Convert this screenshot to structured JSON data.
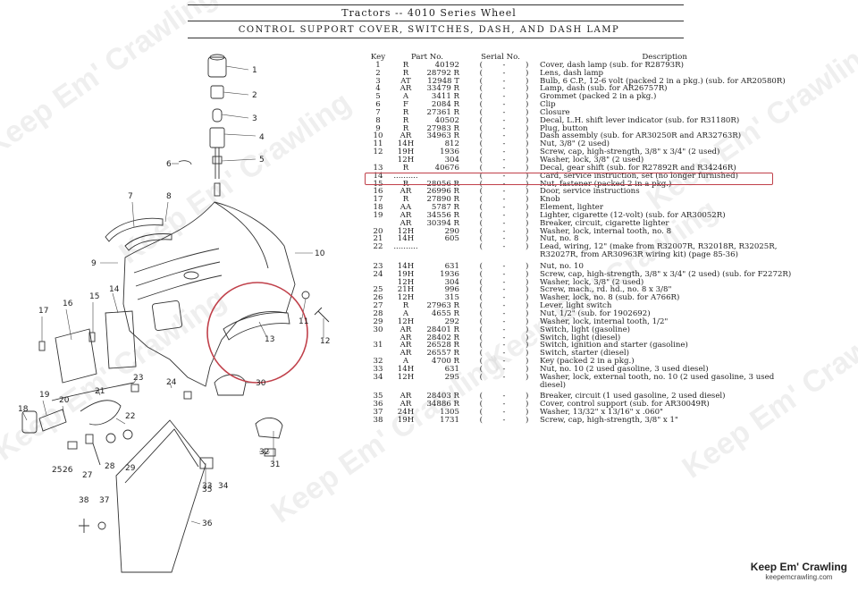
{
  "header": {
    "title": "Tractors -- 4010 Series Wheel",
    "subtitle": "CONTROL SUPPORT COVER, SWITCHES, DASH, AND DASH LAMP"
  },
  "table": {
    "columns": [
      "Key",
      "Part No.",
      "Serial No.",
      "Description"
    ],
    "rows": [
      {
        "key": "1",
        "prefix": "R",
        "num": "40192",
        "lp": "(",
        "ser": "-",
        "rp": ")",
        "desc": "Cover, dash lamp (sub. for R28793R)"
      },
      {
        "key": "2",
        "prefix": "R",
        "num": "28792 R",
        "lp": "(",
        "ser": "-",
        "rp": ")",
        "desc": "Lens, dash lamp"
      },
      {
        "key": "3",
        "prefix": "AT",
        "num": "12948 T",
        "lp": "(",
        "ser": "-",
        "rp": ")",
        "desc": "Bulb, 6 C.P., 12-6 volt (packed 2 in a pkg.) (sub. for AR20580R)"
      },
      {
        "key": "4",
        "prefix": "AR",
        "num": "33479 R",
        "lp": "(",
        "ser": "-",
        "rp": ")",
        "desc": "Lamp, dash (sub. for AR26757R)"
      },
      {
        "key": "5",
        "prefix": "A",
        "num": "3411 R",
        "lp": "(",
        "ser": "-",
        "rp": ")",
        "desc": "Grommet (packed 2 in a pkg.)"
      },
      {
        "key": "6",
        "prefix": "F",
        "num": "2084 R",
        "lp": "(",
        "ser": "-",
        "rp": ")",
        "desc": "Clip"
      },
      {
        "key": "7",
        "prefix": "R",
        "num": "27361 R",
        "lp": "(",
        "ser": "-",
        "rp": ")",
        "desc": "Closure"
      },
      {
        "key": "8",
        "prefix": "R",
        "num": "40502",
        "lp": "(",
        "ser": "-",
        "rp": ")",
        "desc": "Decal, L.H. shift lever indicator (sub. for R31180R)"
      },
      {
        "key": "9",
        "prefix": "R",
        "num": "27983 R",
        "lp": "(",
        "ser": "-",
        "rp": ")",
        "desc": "Plug, button"
      },
      {
        "key": "10",
        "prefix": "AR",
        "num": "34963 R",
        "lp": "(",
        "ser": "-",
        "rp": ")",
        "desc": "Dash assembly (sub. for AR30250R and AR32763R)"
      },
      {
        "key": "11",
        "prefix": "14H",
        "num": "812",
        "lp": "(",
        "ser": "-",
        "rp": ")",
        "desc": "Nut, 3/8\" (2 used)"
      },
      {
        "key": "12",
        "prefix": "19H",
        "num": "1936",
        "lp": "(",
        "ser": "-",
        "rp": ")",
        "desc": "Screw, cap, high-strength, 3/8\" x 3/4\" (2 used)"
      },
      {
        "key": "",
        "prefix": "12H",
        "num": "304",
        "lp": "(",
        "ser": "-",
        "rp": ")",
        "desc": "Washer, lock, 3/8\" (2 used)"
      },
      {
        "key": "13",
        "prefix": "R",
        "num": "40676",
        "lp": "(",
        "ser": "-",
        "rp": ")",
        "desc": "Decal, gear shift (sub. for R27892R and R34246R)"
      },
      {
        "key": "14",
        "prefix": "..........",
        "num": "",
        "lp": "(",
        "ser": "-",
        "rp": ")",
        "desc": "Card, service instruction, set (no longer furnished)"
      },
      {
        "key": "15",
        "prefix": "R",
        "num": "28056 R",
        "lp": "(",
        "ser": "-",
        "rp": ")",
        "desc": "Nut, fastener (packed 2 in a pkg.)"
      },
      {
        "key": "16",
        "prefix": "AR",
        "num": "26996 R",
        "lp": "(",
        "ser": "-",
        "rp": ")",
        "desc": "Door, service instructions"
      },
      {
        "key": "17",
        "prefix": "R",
        "num": "27890 R",
        "lp": "(",
        "ser": "-",
        "rp": ")",
        "desc": "Knob"
      },
      {
        "key": "18",
        "prefix": "AA",
        "num": "5787 R",
        "lp": "(",
        "ser": "-",
        "rp": ")",
        "desc": "Element, lighter"
      },
      {
        "key": "19",
        "prefix": "AR",
        "num": "34556 R",
        "lp": "(",
        "ser": "-",
        "rp": ")",
        "desc": "Lighter, cigarette (12-volt) (sub. for AR30052R)"
      },
      {
        "key": "",
        "prefix": "AR",
        "num": "30394 R",
        "lp": "(",
        "ser": "-",
        "rp": ")",
        "desc": "Breaker, circuit, cigarette lighter"
      },
      {
        "key": "20",
        "prefix": "12H",
        "num": "290",
        "lp": "(",
        "ser": "-",
        "rp": ")",
        "desc": "Washer, lock, internal tooth, no. 8"
      },
      {
        "key": "21",
        "prefix": "14H",
        "num": "605",
        "lp": "(",
        "ser": "-",
        "rp": ")",
        "desc": "Nut, no. 8"
      },
      {
        "key": "22",
        "prefix": "..........",
        "num": "",
        "lp": "(",
        "ser": "-",
        "rp": ")",
        "desc": "Lead, wiring, 12\" (make from R32007R, R32018R, R32025R,"
      },
      {
        "key": "",
        "prefix": "",
        "num": "",
        "lp": "",
        "ser": "",
        "rp": "",
        "desc": "R32027R, from AR30963R wiring kit) (page 85-36)"
      },
      {
        "key": "23",
        "prefix": "14H",
        "num": "631",
        "lp": "(",
        "ser": "-",
        "rp": ")",
        "desc": "Nut, no. 10",
        "gap": true
      },
      {
        "key": "24",
        "prefix": "19H",
        "num": "1936",
        "lp": "(",
        "ser": "-",
        "rp": ")",
        "desc": "Screw, cap, high-strength, 3/8\" x 3/4\" (2 used) (sub. for F2272R)"
      },
      {
        "key": "",
        "prefix": "12H",
        "num": "304",
        "lp": "(",
        "ser": "-",
        "rp": ")",
        "desc": "Washer, lock, 3/8\" (2 used)"
      },
      {
        "key": "25",
        "prefix": "21H",
        "num": "996",
        "lp": "(",
        "ser": "-",
        "rp": ")",
        "desc": "Screw, mach., rd. hd., no. 8 x 3/8\""
      },
      {
        "key": "26",
        "prefix": "12H",
        "num": "315",
        "lp": "(",
        "ser": "-",
        "rp": ")",
        "desc": "Washer, lock, no. 8 (sub. for A766R)"
      },
      {
        "key": "27",
        "prefix": "R",
        "num": "27963 R",
        "lp": "(",
        "ser": "-",
        "rp": ")",
        "desc": "Lever, light switch"
      },
      {
        "key": "28",
        "prefix": "A",
        "num": "4655 R",
        "lp": "(",
        "ser": "-",
        "rp": ")",
        "desc": "Nut, 1/2\" (sub. for 1902692)"
      },
      {
        "key": "29",
        "prefix": "12H",
        "num": "292",
        "lp": "(",
        "ser": "-",
        "rp": ")",
        "desc": "Washer, lock, internal tooth, 1/2\""
      },
      {
        "key": "30",
        "prefix": "AR",
        "num": "28401 R",
        "lp": "(",
        "ser": "-",
        "rp": ")",
        "desc": "Switch, light (gasoline)"
      },
      {
        "key": "",
        "prefix": "AR",
        "num": "28402 R",
        "lp": "(",
        "ser": "-",
        "rp": ")",
        "desc": "Switch, light (diesel)"
      },
      {
        "key": "31",
        "prefix": "AR",
        "num": "26528 R",
        "lp": "(",
        "ser": "-",
        "rp": ")",
        "desc": "Switch, ignition and starter (gasoline)"
      },
      {
        "key": "",
        "prefix": "AR",
        "num": "26557 R",
        "lp": "(",
        "ser": "-",
        "rp": ")",
        "desc": "Switch, starter (diesel)"
      },
      {
        "key": "32",
        "prefix": "A",
        "num": "4700 R",
        "lp": "(",
        "ser": "-",
        "rp": ")",
        "desc": "Key (packed 2 in a pkg.)"
      },
      {
        "key": "33",
        "prefix": "14H",
        "num": "631",
        "lp": "(",
        "ser": "-",
        "rp": ")",
        "desc": "Nut, no. 10 (2 used gasoline, 3 used diesel)"
      },
      {
        "key": "34",
        "prefix": "12H",
        "num": "295",
        "lp": "(",
        "ser": "-",
        "rp": ")",
        "desc": "Washer, lock, external tooth, no. 10 (2 used gasoline, 3 used"
      },
      {
        "key": "",
        "prefix": "",
        "num": "",
        "lp": "",
        "ser": "",
        "rp": "",
        "desc": "diesel)"
      },
      {
        "key": "35",
        "prefix": "AR",
        "num": "28403 R",
        "lp": "(",
        "ser": "-",
        "rp": ")",
        "desc": "Breaker, circuit (1 used gasoline, 2 used diesel)",
        "gap": true
      },
      {
        "key": "36",
        "prefix": "AR",
        "num": "34886 R",
        "lp": "(",
        "ser": "-",
        "rp": ")",
        "desc": "Cover, control support (sub. for AR30049R)"
      },
      {
        "key": "37",
        "prefix": "24H",
        "num": "1305",
        "lp": "(",
        "ser": "-",
        "rp": ")",
        "desc": "Washer, 13/32\" x 13/16\" x .060\""
      },
      {
        "key": "38",
        "prefix": "19H",
        "num": "1731",
        "lp": "(",
        "ser": "-",
        "rp": ")",
        "desc": "Screw, cap, high-strength, 3/8\" x 1\""
      }
    ]
  },
  "diagram": {
    "callouts": [
      "1",
      "2",
      "3",
      "4",
      "5",
      "6",
      "7",
      "8",
      "9",
      "10",
      "11",
      "12",
      "13",
      "14",
      "15",
      "16",
      "17",
      "18",
      "19",
      "20",
      "21",
      "22",
      "23",
      "24",
      "25",
      "26",
      "27",
      "28",
      "29",
      "30",
      "31",
      "32",
      "33",
      "34",
      "35",
      "36",
      "37",
      "38"
    ],
    "highlight_color": "#c0404a"
  },
  "watermark": "Keep Em' Crawling",
  "brand": {
    "name": "Keep Em' Crawling",
    "url": "keepemcrawling.com"
  }
}
